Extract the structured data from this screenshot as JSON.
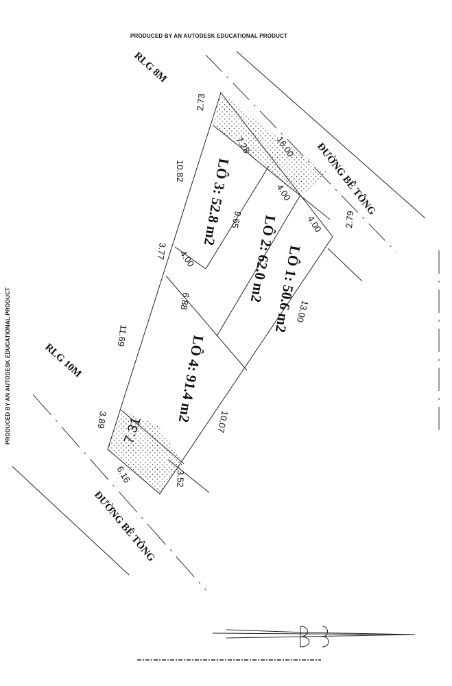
{
  "watermark": {
    "top": "PRODUCED BY AN AUTODESK EDUCATIONAL PRODUCT",
    "left": "PRODUCED BY AN AUTODESK EDUCATIONAL PRODUCT"
  },
  "roads": {
    "rlg_top": "RLG 8M",
    "rlg_bottom": "RLG 10M",
    "road_right": "ĐƯỜNG BÊ TÔNG",
    "road_bottom": "ĐƯỜNG BÊ TÔNG"
  },
  "lots": {
    "lot3": "LÔ 3: 52.8 m2",
    "lot2": "LÔ 2: 62.0 m2",
    "lot1": "LÔ 1: 50.6 m2",
    "lot4": "LÔ 4: 91.4 m2"
  },
  "dimensions": {
    "d_273": "2.73",
    "d_728": "7.28",
    "d_1600": "16.00",
    "d_1082": "10.82",
    "d_400_a": "4.00",
    "d_400_b": "4.00",
    "d_400_c": "4.00",
    "d_279": "2.79",
    "d_965": "9.65",
    "d_377": "3.77",
    "d_688": "6.88",
    "d_1300": "13.00",
    "d_1169": "11.69",
    "d_1007": "10.07",
    "d_389": "3.89",
    "d_731": "7.31",
    "d_616": "6.16",
    "d_352": "3.52"
  },
  "colors": {
    "line": "#222222",
    "background": "#ffffff"
  }
}
